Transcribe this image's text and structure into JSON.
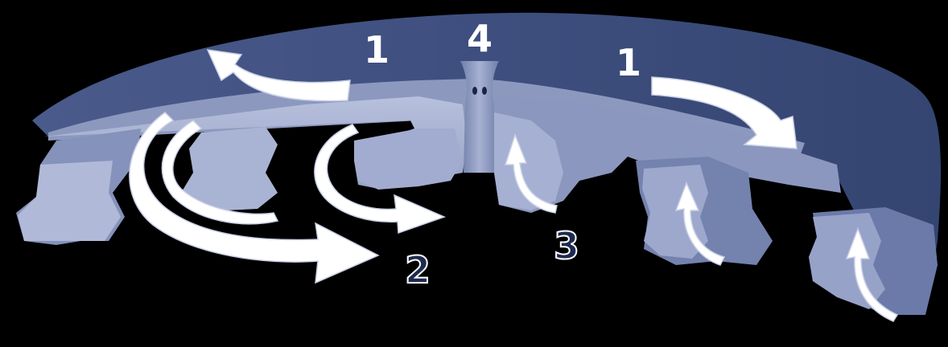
{
  "diagram": {
    "labels": [
      {
        "id": "label-1-left",
        "text": "1"
      },
      {
        "id": "label-4",
        "text": "4"
      },
      {
        "id": "label-1-right",
        "text": "1"
      },
      {
        "id": "label-2",
        "text": "2"
      },
      {
        "id": "label-3",
        "text": "3"
      }
    ],
    "colors": {
      "background": "#000000",
      "dark_blue": "#3a4a78",
      "mid_blue": "#5d6c9b",
      "light_blue": "#9ea9cc",
      "pale_blue": "#b8c1dc",
      "arrow": "#ffffff",
      "label_light": "#ffffff",
      "label_dark": "#1e2a50"
    }
  }
}
